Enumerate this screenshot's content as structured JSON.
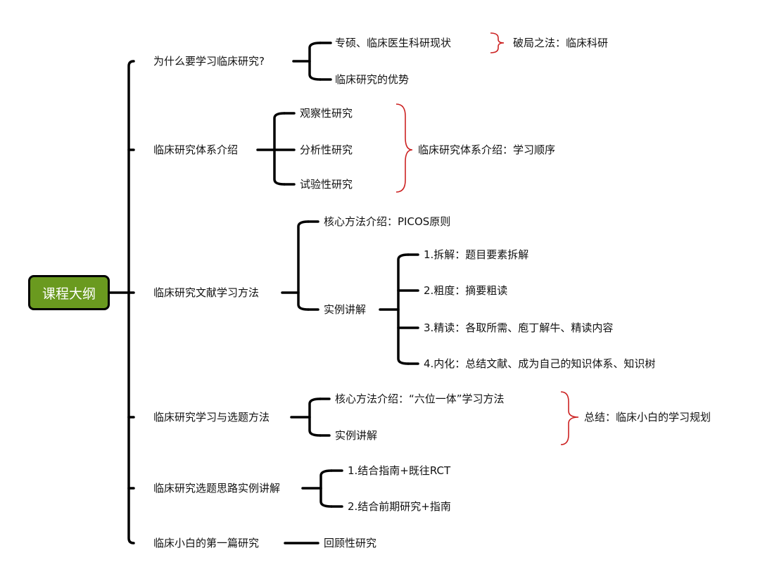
{
  "root": "课程大纲",
  "sections": [
    {
      "title": "为什么要学习临床研究?",
      "children": [
        "专硕、临床医生科研现状",
        "临床研究的优势"
      ],
      "note": "破局之法：临床科研"
    },
    {
      "title": "临床研究体系介绍",
      "children": [
        "观察性研究",
        "分析性研究",
        "试验性研究"
      ],
      "note": "临床研究体系介绍：学习顺序"
    },
    {
      "title": "临床研究文献学习方法",
      "children": [
        "核心方法介绍：PICOS原则",
        "实例讲解"
      ],
      "subchildren": [
        "1.拆解：题目要素拆解",
        "2.粗度：摘要粗读",
        "3.精读：各取所需、庖丁解牛、精读内容",
        "4.内化：总结文献、成为自己的知识体系、知识树"
      ]
    },
    {
      "title": "临床研究学习与选题方法",
      "children": [
        "核心方法介绍：“六位一体”学习方法",
        "实例讲解"
      ],
      "note": "总结：临床小白的学习规划"
    },
    {
      "title": "临床研究选题思路实例讲解",
      "children": [
        "1.结合指南+既往RCT",
        "2.结合前期研究+指南"
      ]
    },
    {
      "title": "临床小白的第一篇研究",
      "children": [
        "回顾性研究"
      ]
    }
  ],
  "colors": {
    "root_fill": "#6a9a1f",
    "line": "#000000",
    "brace": "#cc2222",
    "text": "#111111"
  }
}
